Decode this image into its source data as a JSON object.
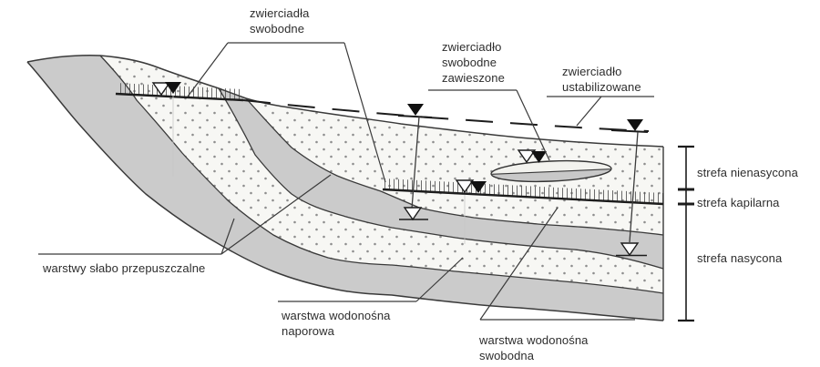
{
  "figure": {
    "title_implicit": "Schemat stref wód podziemnych (groundwater zones cross-section)",
    "labels": {
      "zwierciadla_swobodne": [
        "zwierciadła",
        "swobodne"
      ],
      "zwierciadlo_swobodne_zawieszone": [
        "zwierciadło",
        "swobodne",
        "zawieszone"
      ],
      "zwierciadlo_ustabilizowane": [
        "zwierciadło",
        "ustabilizowane"
      ],
      "strefa_nienasycona": "strefa nienasycona",
      "strefa_kapilarna": "strefa kapilarna",
      "strefa_nasycona": "strefa nasycona",
      "warstwy_slabo_przepuszczalne": "warstwy słabo przepuszczalne",
      "warstwa_wodonosna_naporowa": [
        "warstwa wodonośna",
        "naporowa"
      ],
      "warstwa_wodonosna_swobodna": [
        "warstwa wodonośna",
        "swobodna"
      ]
    },
    "markers": {
      "open_triangle_meaning": "zwierciadło wody (symbol otwarty)",
      "filled_triangle_meaning": "zwierciadło wody (symbol pełny)"
    },
    "colors": {
      "impermeable_layer_gray": "#cbcbcb",
      "aquifer_stipple_background": "#f7f7f4",
      "stipple_dot": "#8e8e8e",
      "line": "#3a3a3a",
      "text": "#2d2d2d"
    }
  }
}
